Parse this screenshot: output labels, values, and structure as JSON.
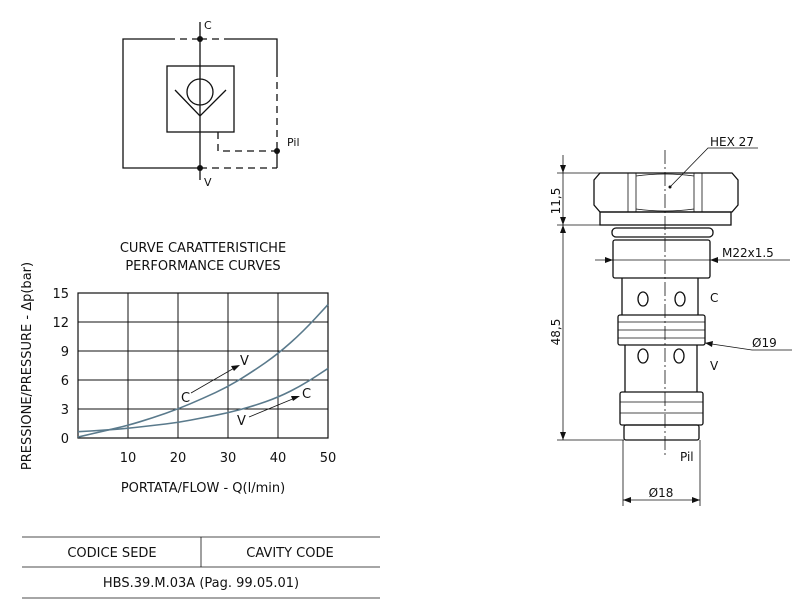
{
  "symbol": {
    "port_c": "C",
    "port_v": "V",
    "port_pil": "Pil"
  },
  "chart_data": {
    "type": "line",
    "title": "CURVE CARATTERISTICHE",
    "subtitle": "PERFORMANCE CURVES",
    "xlabel": "PORTATA/FLOW - Q(l/min)",
    "ylabel": "PRESSIONE/PRESSURE - Δp(bar)",
    "xlim": [
      0,
      50
    ],
    "ylim": [
      0,
      15
    ],
    "xticks": [
      "10",
      "20",
      "30",
      "40",
      "50"
    ],
    "yticks": [
      "0",
      "3",
      "6",
      "9",
      "12",
      "15"
    ],
    "grid": true,
    "curve_color": "#5a7a8c",
    "series": [
      {
        "name": "C→V",
        "from": "C",
        "to": "V",
        "x": [
          0,
          5,
          10,
          15,
          20,
          25,
          30,
          35,
          40,
          45,
          50
        ],
        "y": [
          0.1,
          0.7,
          1.3,
          2.1,
          3.0,
          4.1,
          5.3,
          6.9,
          8.7,
          11.0,
          13.8
        ]
      },
      {
        "name": "V→C",
        "from": "V",
        "to": "C",
        "x": [
          0,
          5,
          10,
          15,
          20,
          25,
          30,
          35,
          40,
          45,
          50
        ],
        "y": [
          0.65,
          0.8,
          1.0,
          1.3,
          1.6,
          2.1,
          2.6,
          3.3,
          4.2,
          5.5,
          7.2
        ]
      }
    ]
  },
  "drawing": {
    "hex": "HEX 27",
    "thread": "M22x1.5",
    "dia_19": "Ø19",
    "dia_18": "Ø18",
    "height_head": "11,5",
    "height_body": "48,5",
    "port_c": "C",
    "port_v": "V",
    "port_pil": "Pil"
  },
  "cavity_table": {
    "headers": [
      "CODICE SEDE",
      "CAVITY CODE"
    ],
    "value": "HBS.39.M.03A (Pag. 99.05.01)"
  }
}
